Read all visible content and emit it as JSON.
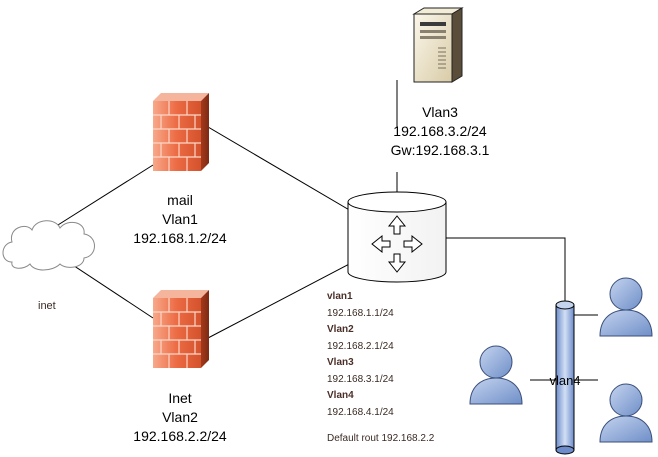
{
  "diagram": {
    "server": {
      "lines": [
        "Vlan3",
        "192.168.3.2/24",
        "Gw:192.168.3.1"
      ]
    },
    "mail_firewall": {
      "lines": [
        "mail",
        "Vlan1",
        "192.168.1.2/24"
      ]
    },
    "inet_firewall": {
      "lines": [
        "Inet",
        "Vlan2",
        "192.168.2.2/24"
      ]
    },
    "cloud": {
      "label": "inet"
    },
    "bus": {
      "label": "vlan4"
    },
    "router_config": {
      "entries": [
        {
          "name": "vlan1",
          "ip": "192.168.1.1/24"
        },
        {
          "name": "Vlan2",
          "ip": "192.168.2.1/24"
        },
        {
          "name": "Vlan3",
          "ip": "192.168.3.1/24"
        },
        {
          "name": "Vlan4",
          "ip": "192.168.4.1/24"
        }
      ],
      "default_route": "Default rout 192.168.2.2"
    },
    "colors": {
      "firewall": "#e8623a",
      "user": "#8fa9d6",
      "bus": "#8aaad8",
      "server": "#efe6cc"
    }
  }
}
